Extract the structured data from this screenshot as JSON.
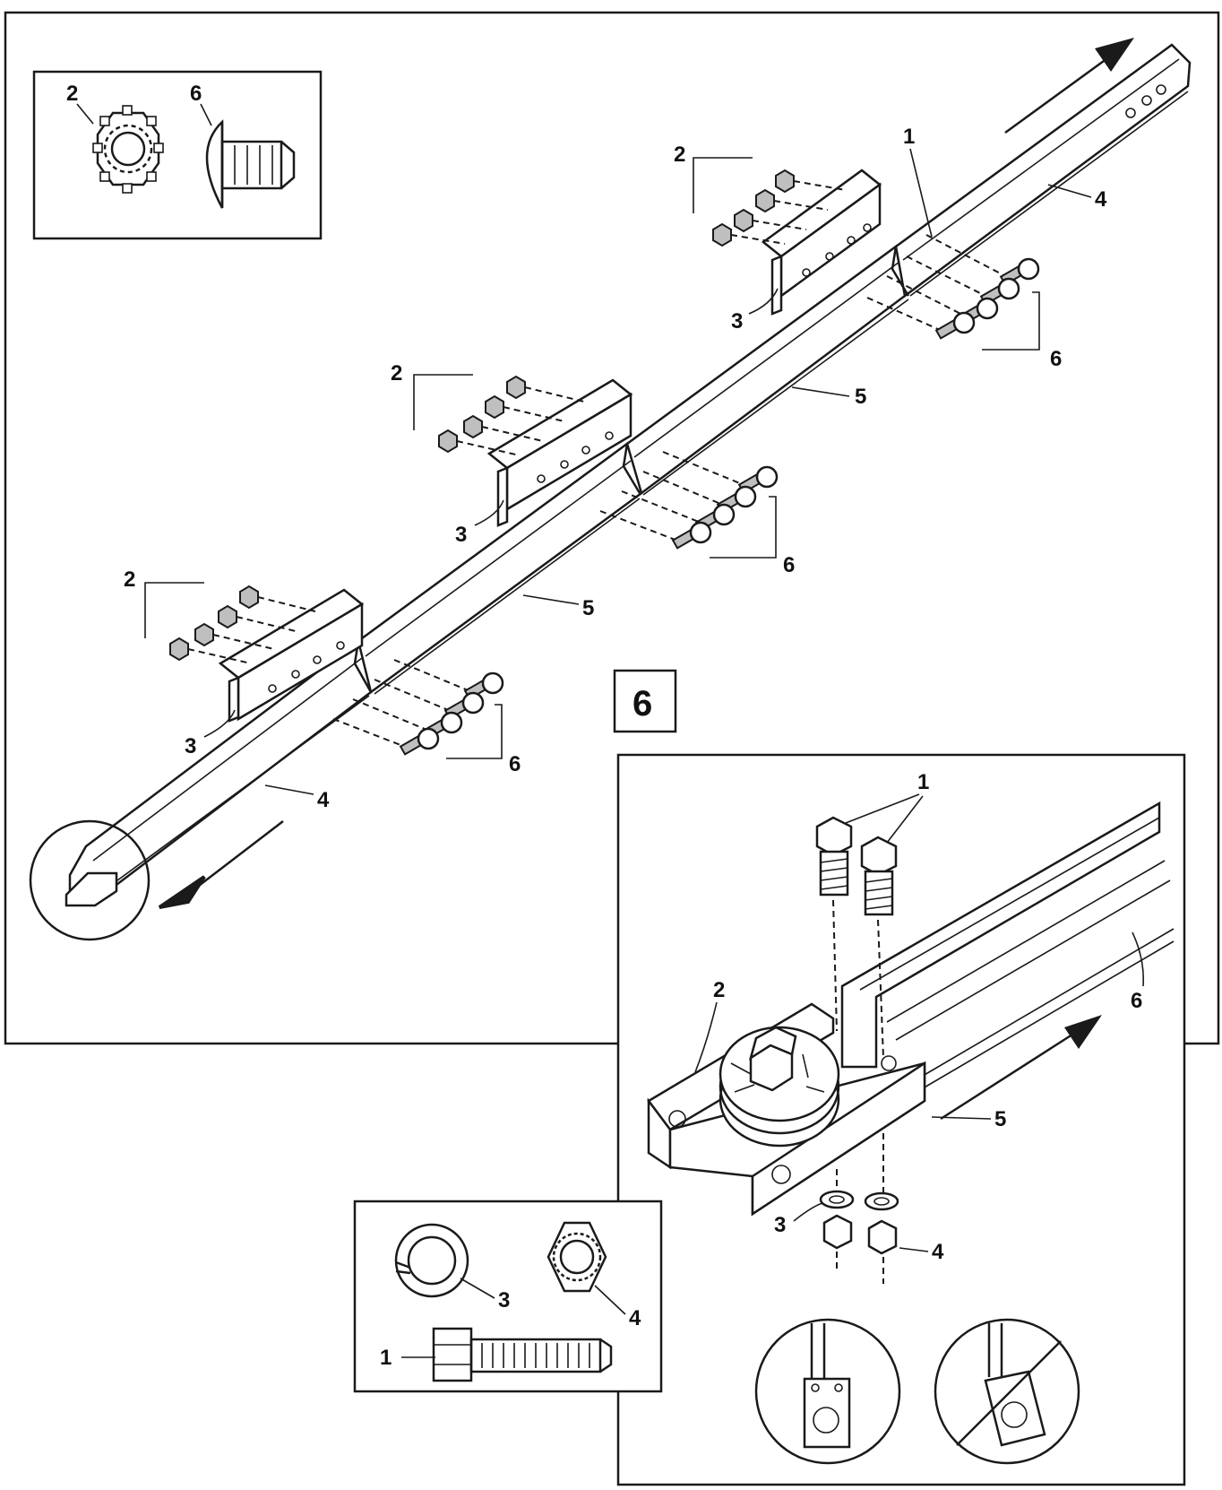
{
  "step_number": "6",
  "main_panel": {
    "labels": {
      "top_bracket_2": "2",
      "top_bracket_1": "1",
      "top_bracket_3": "3",
      "top_rail_4": "4",
      "top_bolts_6": "6",
      "mid_rail_5": "5",
      "mid_bracket_2": "2",
      "mid_bracket_3": "3",
      "mid_bolts_6": "6",
      "low_rail_5": "5",
      "low_bracket_2": "2",
      "low_bracket_3": "3",
      "low_bolts_6": "6",
      "bottom_rail_4": "4"
    }
  },
  "hardware_inset": {
    "nut_label": "2",
    "bolt_label": "6"
  },
  "detail_panel": {
    "labels": {
      "bolts_1": "1",
      "bracket_2": "2",
      "rail_6": "6",
      "rail_5": "5",
      "washer_3": "3",
      "nut_4": "4"
    }
  },
  "fastener_inset": {
    "washer_label": "3",
    "nut_label": "4",
    "bolt_label": "1"
  },
  "colors": {
    "ink": "#1a1a1a",
    "nut_fill": "#bfbfbf",
    "background": "#ffffff"
  },
  "icons": [
    "arrow-up-right-icon",
    "arrow-down-left-icon",
    "correct-orientation-icon",
    "incorrect-orientation-icon"
  ]
}
